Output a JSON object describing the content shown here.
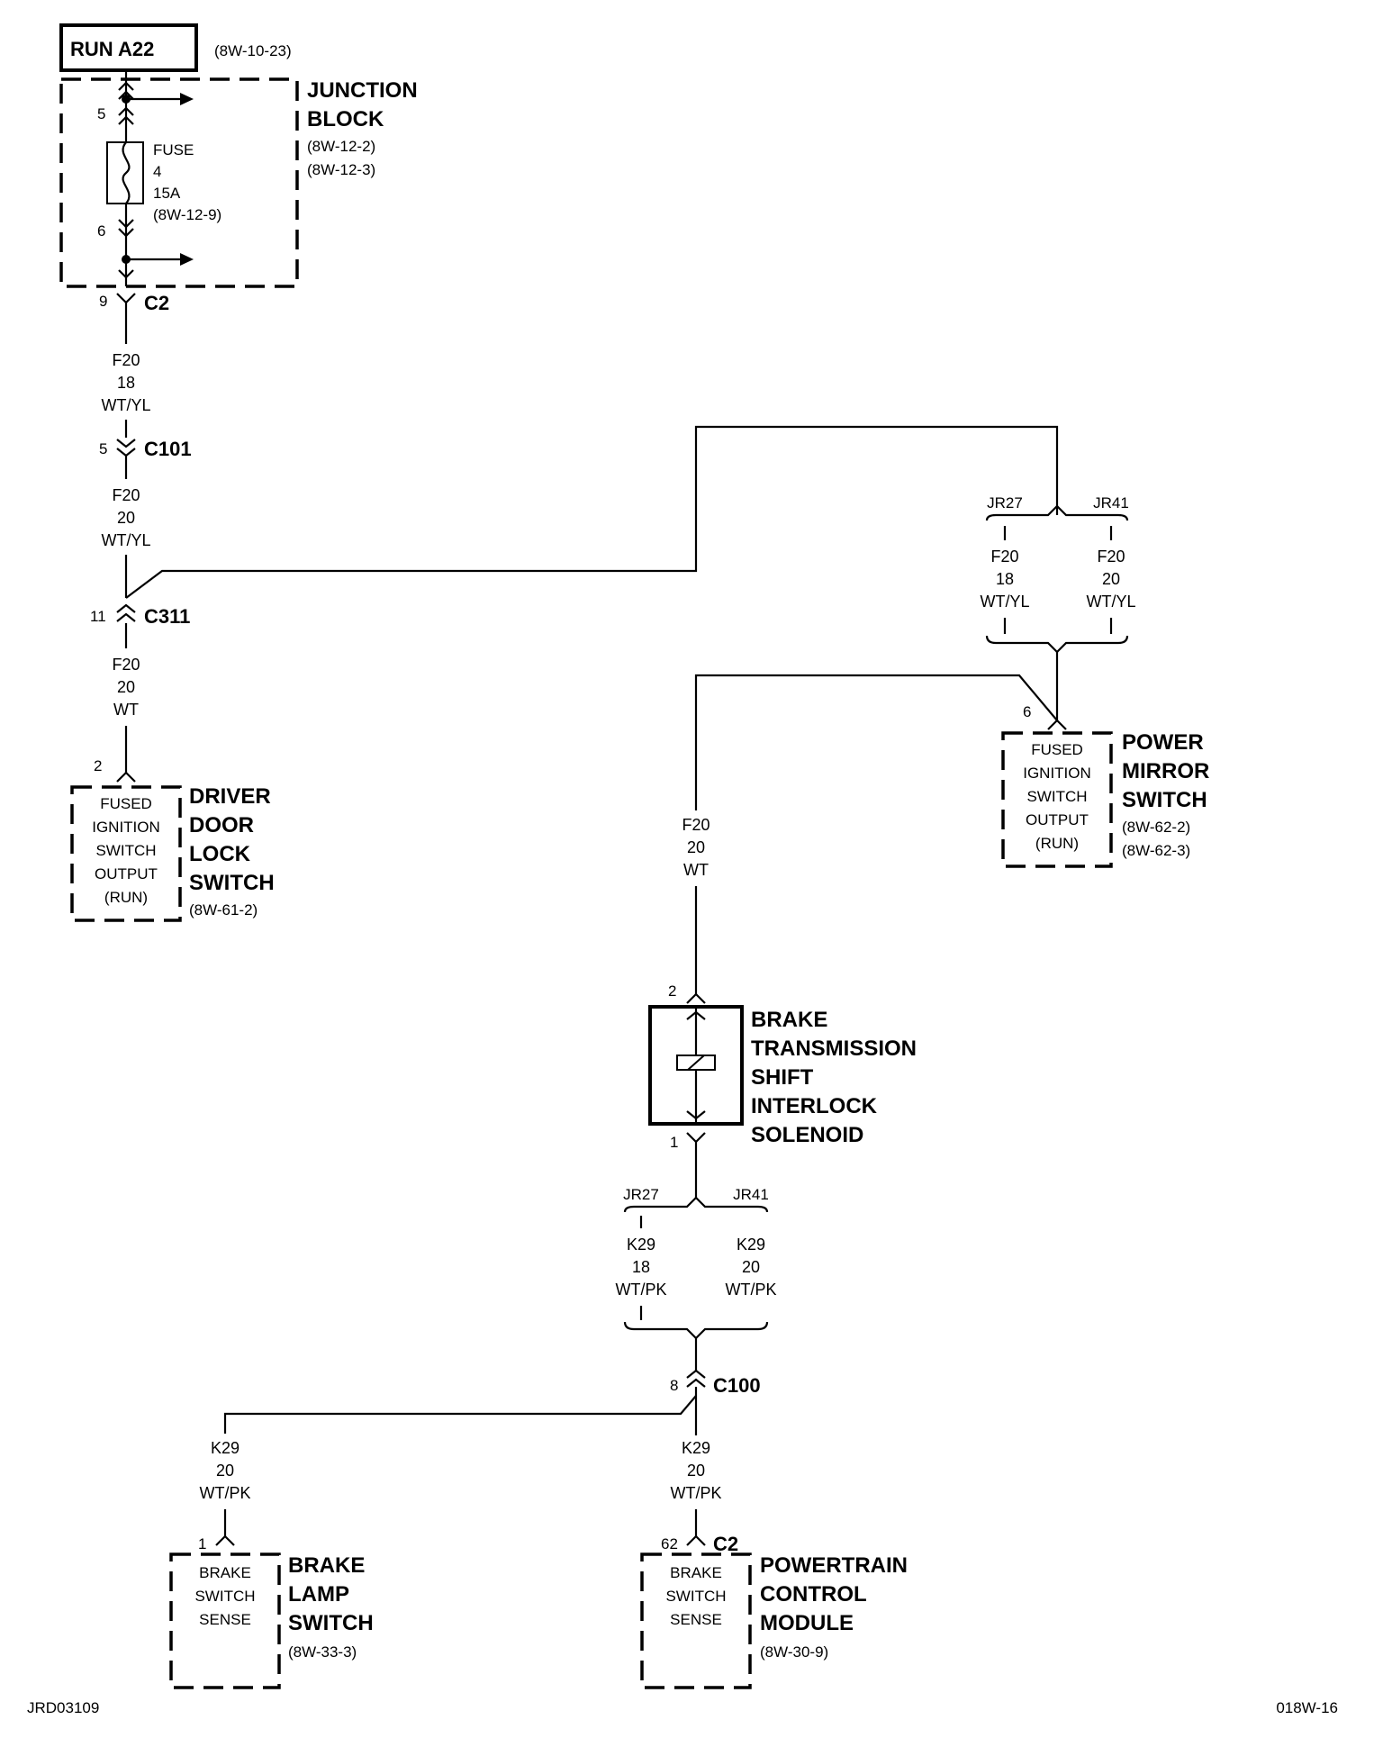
{
  "run_box": {
    "label": "RUN A22",
    "ref": "(8W-10-23)"
  },
  "junction_block": {
    "title": [
      "JUNCTION",
      "BLOCK"
    ],
    "refs": [
      "(8W-12-2)",
      "(8W-12-3)"
    ],
    "pin_in": "5",
    "pin_out": "6",
    "fuse": [
      "FUSE",
      "4",
      "15A",
      "(8W-12-9)"
    ]
  },
  "c2_top": {
    "pin": "9",
    "name": "C2"
  },
  "wire_1": [
    "F20",
    "18",
    "WT/YL"
  ],
  "c101": {
    "pin": "5",
    "name": "C101"
  },
  "wire_2": [
    "F20",
    "20",
    "WT/YL"
  ],
  "c311": {
    "pin": "11",
    "name": "C311"
  },
  "wire_3": [
    "F20",
    "20",
    "WT"
  ],
  "driver_door_lock_switch": {
    "pin": "2",
    "inside": [
      "FUSED",
      "IGNITION",
      "SWITCH",
      "OUTPUT",
      "(RUN)"
    ],
    "title": [
      "DRIVER",
      "DOOR",
      "LOCK",
      "SWITCH"
    ],
    "ref": "(8W-61-2)"
  },
  "mirror_split": {
    "left_label": "JR27",
    "right_label": "JR41",
    "left_wire": [
      "F20",
      "18",
      "WT/YL"
    ],
    "right_wire": [
      "F20",
      "20",
      "WT/YL"
    ]
  },
  "power_mirror_switch": {
    "pin": "6",
    "inside": [
      "FUSED",
      "IGNITION",
      "SWITCH",
      "OUTPUT",
      "(RUN)"
    ],
    "title": [
      "POWER",
      "MIRROR",
      "SWITCH"
    ],
    "refs": [
      "(8W-62-2)",
      "(8W-62-3)"
    ]
  },
  "wire_solenoid_in": [
    "F20",
    "20",
    "WT"
  ],
  "solenoid": {
    "pin_top": "2",
    "pin_bottom": "1",
    "title": [
      "BRAKE",
      "TRANSMISSION",
      "SHIFT",
      "INTERLOCK",
      "SOLENOID"
    ]
  },
  "k29_split": {
    "left_label": "JR27",
    "right_label": "JR41",
    "left_wire": [
      "K29",
      "18",
      "WT/PK"
    ],
    "right_wire": [
      "K29",
      "20",
      "WT/PK"
    ]
  },
  "c100": {
    "pin": "8",
    "name": "C100"
  },
  "wire_brake_lamp": [
    "K29",
    "20",
    "WT/PK"
  ],
  "wire_pcm": [
    "K29",
    "20",
    "WT/PK"
  ],
  "brake_lamp_switch": {
    "pin": "1",
    "inside": [
      "BRAKE",
      "SWITCH",
      "SENSE"
    ],
    "title": [
      "BRAKE",
      "LAMP",
      "SWITCH"
    ],
    "ref": "(8W-33-3)"
  },
  "pcm": {
    "pin": "62",
    "connector": "C2",
    "inside": [
      "BRAKE",
      "SWITCH",
      "SENSE"
    ],
    "title": [
      "POWERTRAIN",
      "CONTROL",
      "MODULE"
    ],
    "ref": "(8W-30-9)"
  },
  "footer": {
    "left": "JRD03109",
    "right": "018W-16"
  }
}
